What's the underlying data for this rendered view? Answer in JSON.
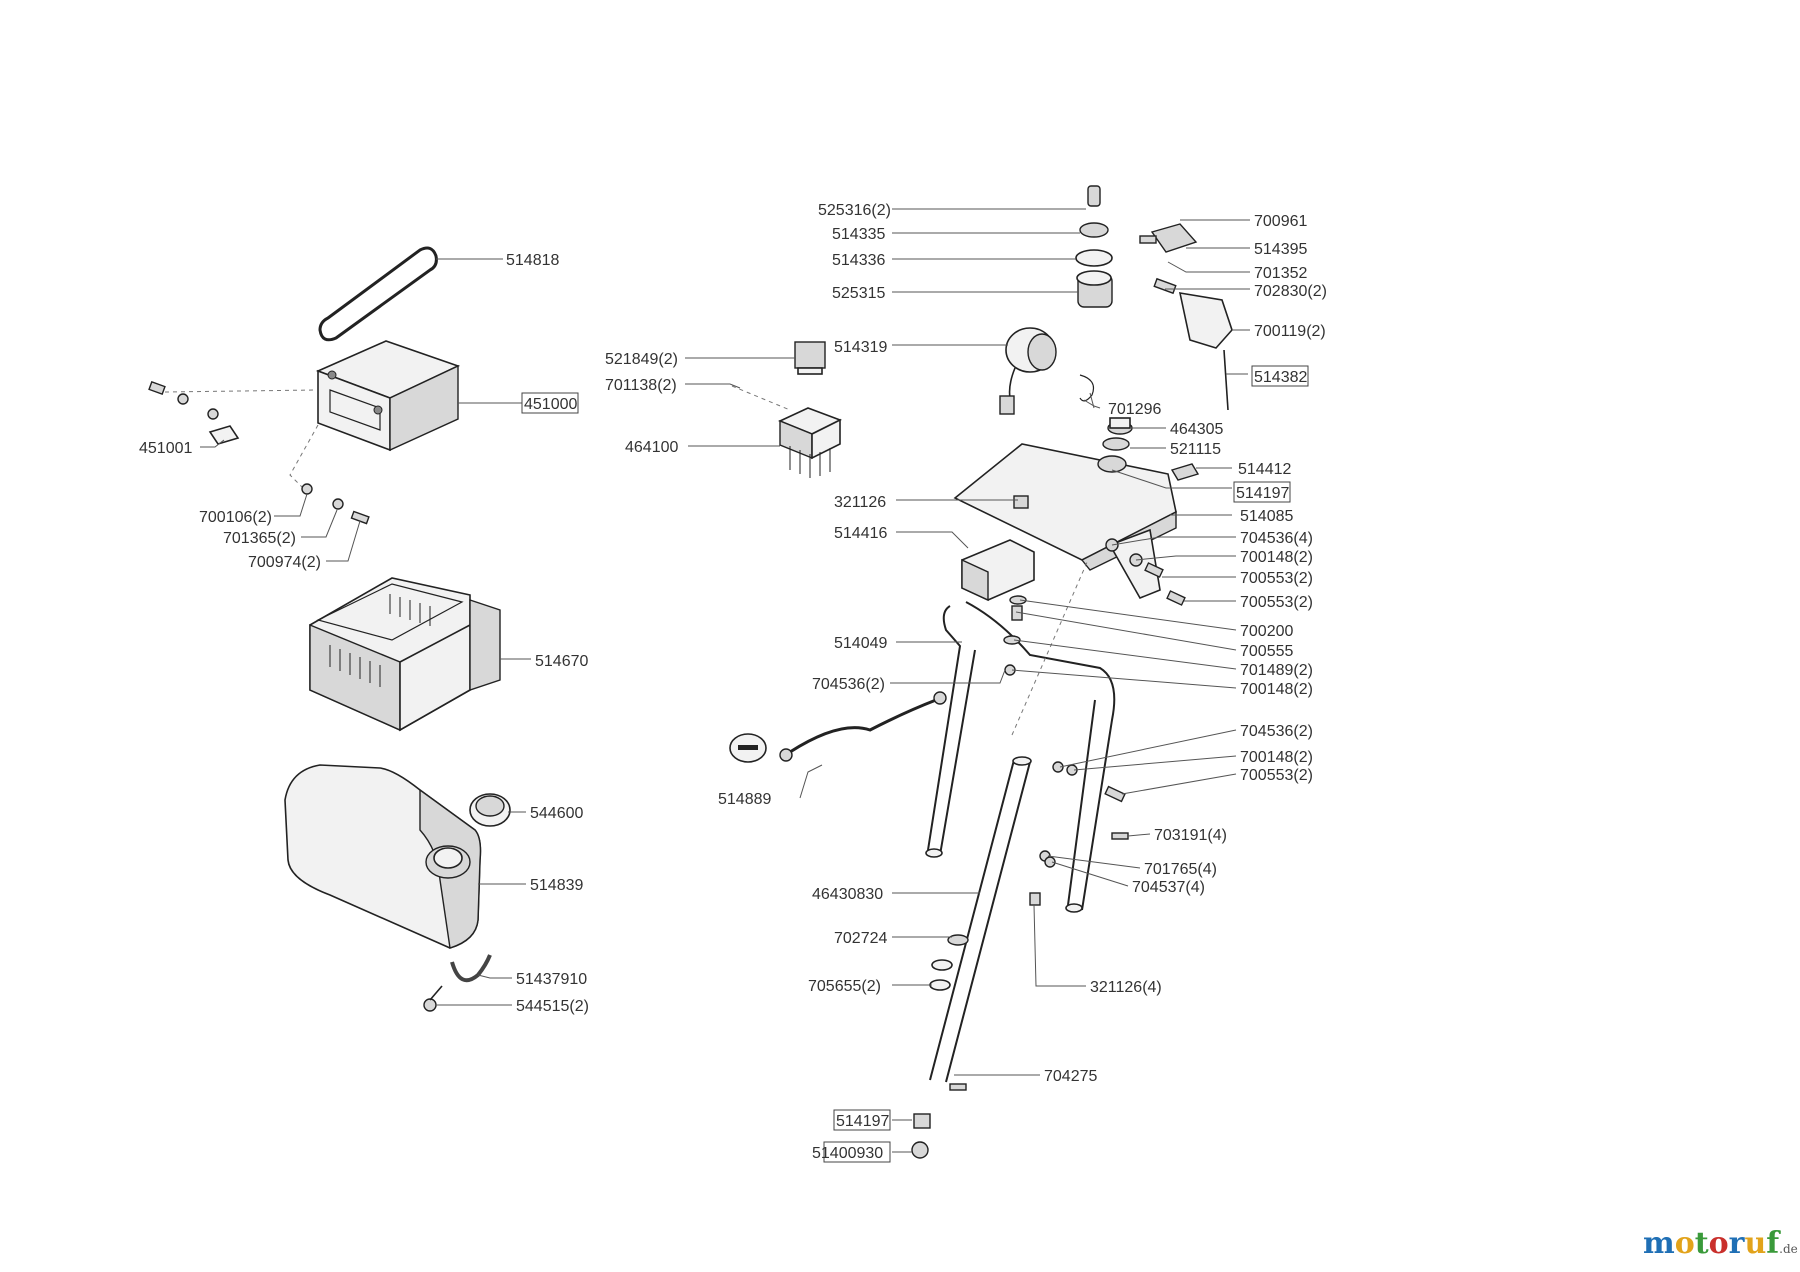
{
  "labels": [
    {
      "id": "l-514818",
      "text": "514818",
      "boxed": false
    },
    {
      "id": "l-451000",
      "text": "451000",
      "boxed": true
    },
    {
      "id": "l-451001",
      "text": "451001",
      "boxed": false
    },
    {
      "id": "l-700106",
      "text": "700106(2)",
      "boxed": false
    },
    {
      "id": "l-701365",
      "text": "701365(2)",
      "boxed": false
    },
    {
      "id": "l-700974",
      "text": "700974(2)",
      "boxed": false
    },
    {
      "id": "l-514670",
      "text": "514670",
      "boxed": false
    },
    {
      "id": "l-544600",
      "text": "544600",
      "boxed": false
    },
    {
      "id": "l-514839",
      "text": "514839",
      "boxed": false
    },
    {
      "id": "l-51437910",
      "text": "51437910",
      "boxed": false
    },
    {
      "id": "l-544515",
      "text": "544515(2)",
      "boxed": false
    },
    {
      "id": "l-525316",
      "text": "525316(2)",
      "boxed": false
    },
    {
      "id": "l-514335",
      "text": "514335",
      "boxed": false
    },
    {
      "id": "l-514336",
      "text": "514336",
      "boxed": false
    },
    {
      "id": "l-525315",
      "text": "525315",
      "boxed": false
    },
    {
      "id": "l-521849",
      "text": "521849(2)",
      "boxed": false
    },
    {
      "id": "l-701138",
      "text": "701138(2)",
      "boxed": false
    },
    {
      "id": "l-514319",
      "text": "514319",
      "boxed": false
    },
    {
      "id": "l-464100",
      "text": "464100",
      "boxed": false
    },
    {
      "id": "l-700961",
      "text": "700961",
      "boxed": false
    },
    {
      "id": "l-514395",
      "text": "514395",
      "boxed": false
    },
    {
      "id": "l-701352",
      "text": "701352",
      "boxed": false
    },
    {
      "id": "l-702830",
      "text": "702830(2)",
      "boxed": false
    },
    {
      "id": "l-700119",
      "text": "700119(2)",
      "boxed": false
    },
    {
      "id": "l-514382",
      "text": "514382",
      "boxed": true
    },
    {
      "id": "l-701296",
      "text": "701296",
      "boxed": false
    },
    {
      "id": "l-464305",
      "text": "464305",
      "boxed": false
    },
    {
      "id": "l-521115",
      "text": "521115",
      "boxed": false
    },
    {
      "id": "l-514412",
      "text": "514412",
      "boxed": false
    },
    {
      "id": "l-514197a",
      "text": "514197",
      "boxed": true
    },
    {
      "id": "l-321126",
      "text": "321126",
      "boxed": false
    },
    {
      "id": "l-514085",
      "text": "514085",
      "boxed": false
    },
    {
      "id": "l-514416",
      "text": "514416",
      "boxed": false
    },
    {
      "id": "l-704536a",
      "text": "704536(4)",
      "boxed": false
    },
    {
      "id": "l-700148a",
      "text": "700148(2)",
      "boxed": false
    },
    {
      "id": "l-700553a",
      "text": "700553(2)",
      "boxed": false
    },
    {
      "id": "l-700553b",
      "text": "700553(2)",
      "boxed": false
    },
    {
      "id": "l-700200",
      "text": "700200",
      "boxed": false
    },
    {
      "id": "l-514049",
      "text": "514049",
      "boxed": false
    },
    {
      "id": "l-700555",
      "text": "700555",
      "boxed": false
    },
    {
      "id": "l-701489",
      "text": "701489(2)",
      "boxed": false
    },
    {
      "id": "l-700148b",
      "text": "700148(2)",
      "boxed": false
    },
    {
      "id": "l-704536b",
      "text": "704536(2)",
      "boxed": false
    },
    {
      "id": "l-704536c",
      "text": "704536(2)",
      "boxed": false
    },
    {
      "id": "l-700148c",
      "text": "700148(2)",
      "boxed": false
    },
    {
      "id": "l-700553c",
      "text": "700553(2)",
      "boxed": false
    },
    {
      "id": "l-514889",
      "text": "514889",
      "boxed": false
    },
    {
      "id": "l-703191",
      "text": "703191(4)",
      "boxed": false
    },
    {
      "id": "l-701765",
      "text": "701765(4)",
      "boxed": false
    },
    {
      "id": "l-704537",
      "text": "704537(4)",
      "boxed": false
    },
    {
      "id": "l-46430830",
      "text": "46430830",
      "boxed": false
    },
    {
      "id": "l-702724",
      "text": "702724",
      "boxed": false
    },
    {
      "id": "l-705655",
      "text": "705655(2)",
      "boxed": false
    },
    {
      "id": "l-321126b",
      "text": "321126(4)",
      "boxed": false
    },
    {
      "id": "l-704275",
      "text": "704275",
      "boxed": false
    },
    {
      "id": "l-514197b",
      "text": "514197",
      "boxed": true
    },
    {
      "id": "l-51400930",
      "text": "51400930",
      "boxed": false,
      "partial_box": "400930"
    }
  ],
  "brand": {
    "name": "motoruf",
    "suffix": ".de",
    "colors": [
      "#1f6fb5",
      "#e2a31b",
      "#3a9a3a",
      "#c9302c",
      "#1f6fb5",
      "#e2a31b",
      "#3a9a3a"
    ]
  }
}
